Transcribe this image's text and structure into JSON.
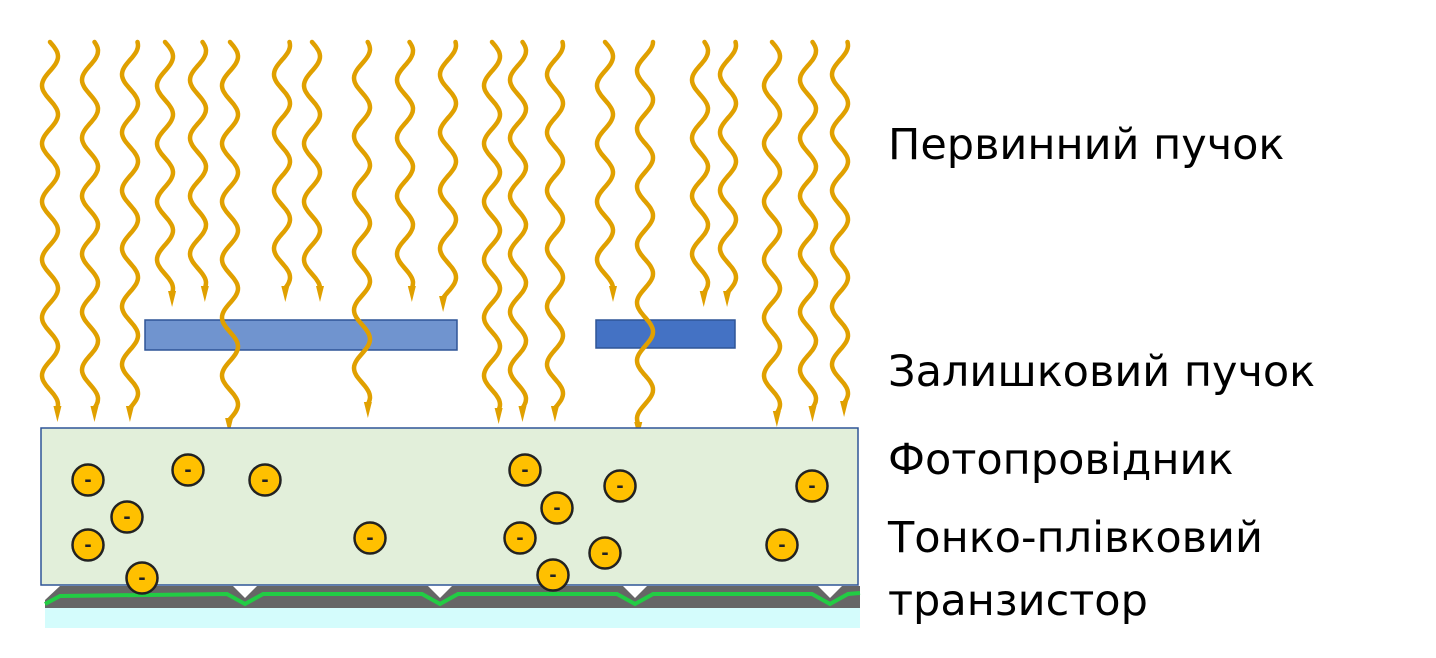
{
  "labels": {
    "primary_beam": "Первинний пучок",
    "residual_beam": "Залишковий пучок",
    "photoconductor": "Фотопровідник",
    "tft_line1": "Тонко-плівковий",
    "tft_line2": "транзистор"
  },
  "electron_symbol": "-",
  "colors": {
    "wave": "#E0A000",
    "mask_light": "#7094CF",
    "mask_dark": "#4472C4",
    "photoconductor_fill": "#E2EFDA",
    "photoconductor_stroke": "#2F5597",
    "electron": "#FFC000",
    "tft_gray": "#666666",
    "tft_green": "#22CC44",
    "substrate": "#D4FCFC"
  }
}
